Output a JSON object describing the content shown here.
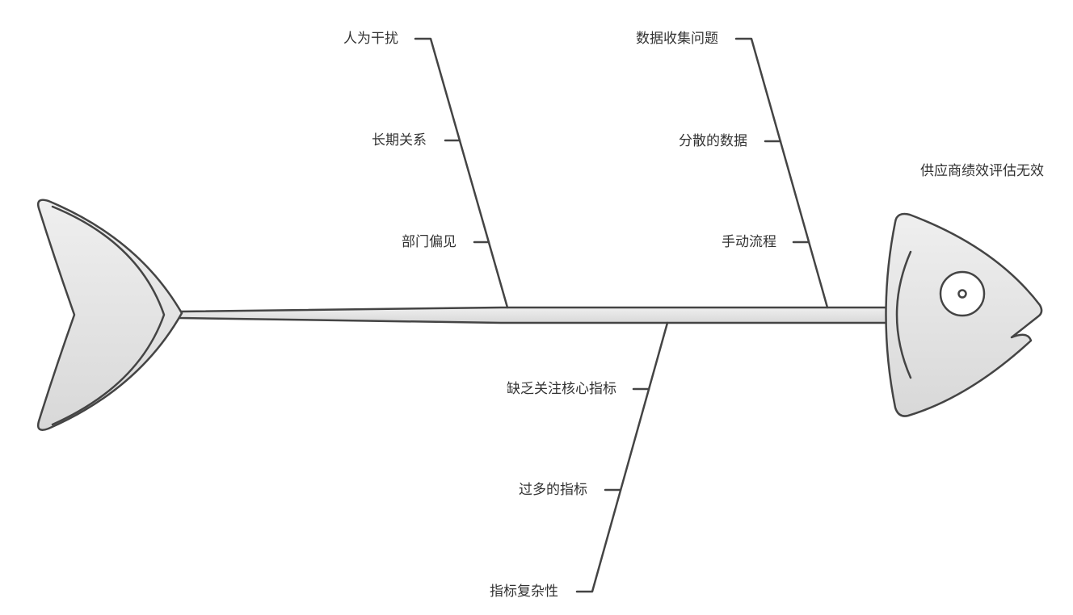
{
  "effect": "供应商绩效评估无效",
  "categories": [
    {
      "causes": [
        "人为干扰",
        "长期关系",
        "部门偏见"
      ]
    },
    {
      "causes": [
        "数据收集问题",
        "分散的数据",
        "手动流程"
      ]
    },
    {
      "causes": [
        "缺乏关注核心指标",
        "过多的指标",
        "指标复杂性"
      ]
    }
  ],
  "colors": {
    "stroke": "#444444",
    "fill_top": "#eeeeee",
    "fill_bottom": "#d9d9d9",
    "text": "#333333"
  }
}
